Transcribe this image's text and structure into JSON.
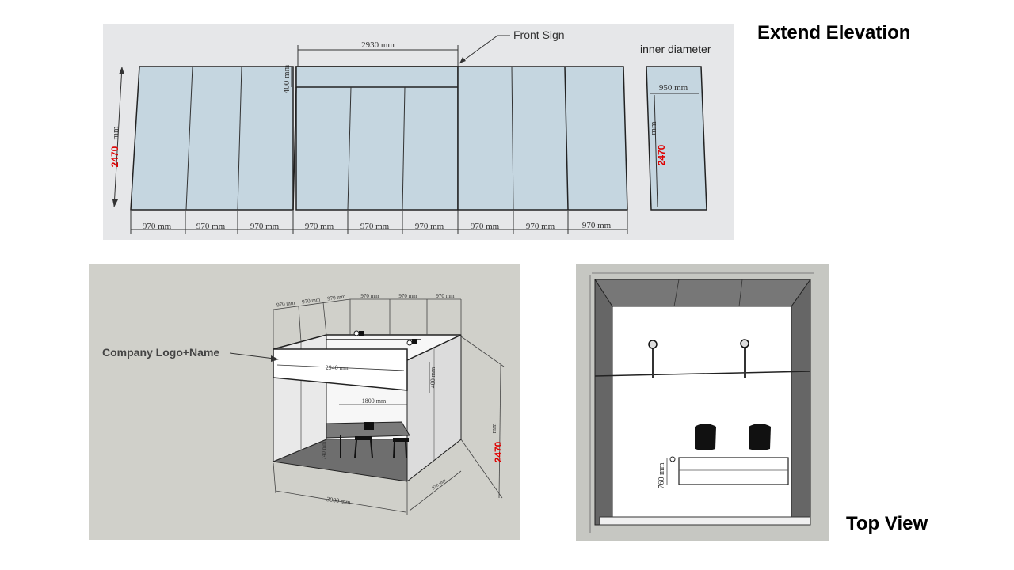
{
  "elevation": {
    "title": "Extend Elevation",
    "front_sign_label": "Front Sign",
    "inner_label": "inner diameter",
    "panel_width_label": "970 mm",
    "sign_width_label": "2930 mm",
    "sign_height_label": "400 mm",
    "height_value": "2470",
    "height_unit": "mm",
    "inner_width_label": "950 mm",
    "inner_height_value": "2470",
    "inner_height_unit": "mm"
  },
  "perspective": {
    "logo_label": "Company Logo+Name",
    "header_width_label": "2940 mm",
    "header_height_label": "400 mm",
    "counter_label": "1800 mm",
    "counter_height_label": "740 mm",
    "depth_label": "3000 mm",
    "side_label": "970 mm",
    "top_label_small": "970 mm",
    "top_label_1": "970 mm",
    "top_label_2": "970 mm",
    "top_label_3": "970 mm",
    "height_value": "2470",
    "height_unit": "mm"
  },
  "top_view": {
    "title": "Top View",
    "table_label": "760 mm"
  },
  "colors": {
    "panel_fill": "#c5d6e0",
    "dimension_red": "#e00000",
    "elevation_bg": "#e6e7e9",
    "perspective_bg": "#d0d0ca",
    "topview_bg": "#c6c7c2"
  }
}
